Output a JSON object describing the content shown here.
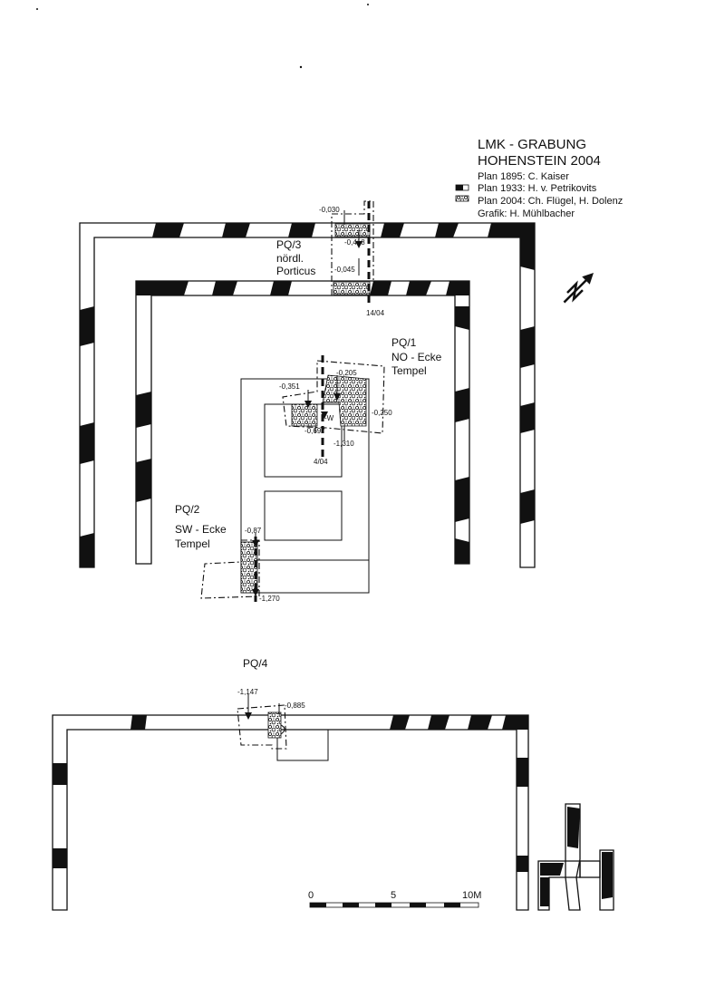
{
  "title": {
    "line1": "LMK - GRABUNG",
    "line2": "HOHENSTEIN  2004"
  },
  "legend": [
    {
      "label": "Plan 1895: C. Kaiser",
      "swatch": "none"
    },
    {
      "label": "Plan 1933: H. v. Petrikovits",
      "swatch": "black-white"
    },
    {
      "label": "Plan 2004: Ch. Flügel, H. Dolenz",
      "swatch": "stone"
    },
    {
      "label": "Grafik: H. Mühlbacher",
      "swatch": "none"
    }
  ],
  "north_arrow": {
    "label": "N",
    "icon": "north-arrow-icon"
  },
  "trenches": {
    "pq3": {
      "line1": "PQ/3",
      "line2": "nördl.",
      "line3": "Porticus",
      "section": "14/04",
      "levels": [
        "-0,030",
        "-0,418",
        "-0,045"
      ]
    },
    "pq1": {
      "line1": "PQ/1",
      "line2": "NO - Ecke",
      "line3": "Tempel",
      "section": "4/04",
      "levels": [
        "-0,205",
        "-0,351",
        "-0,250",
        "-0,697",
        "-1,310"
      ],
      "wall_mark": "-W"
    },
    "pq2": {
      "line1": "PQ/2",
      "line2": "SW - Ecke",
      "line3": "Tempel",
      "levels": [
        "-0,87",
        "-1,270"
      ]
    },
    "pq4": {
      "line1": "PQ/4",
      "levels": [
        "-1,147",
        "-0,885"
      ]
    }
  },
  "scale_bar": {
    "labels": [
      "0",
      "5",
      "10M"
    ]
  },
  "colors": {
    "ink": "#111111",
    "paper": "#ffffff",
    "stone": "#9a9a9a"
  }
}
